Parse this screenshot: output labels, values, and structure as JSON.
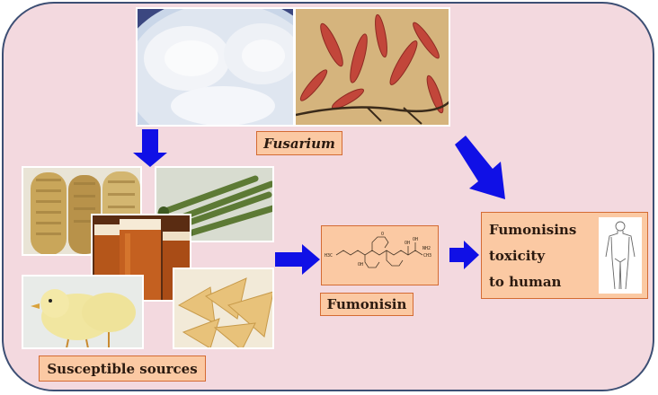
{
  "labels": {
    "fusarium": "Fusarium",
    "fumonisin": "Fumonisin",
    "toxicity_line1": "Fumonisins",
    "toxicity_line2": "toxicity",
    "toxicity_line3": "to human",
    "sources": "Susceptible sources"
  },
  "chem_labels": {
    "h3c": "H3C",
    "ch3": "CH3",
    "oh_a": "OH",
    "oh_b": "OH",
    "oh_c": "OH",
    "nh2": "NH2",
    "o": "O"
  },
  "colors": {
    "panel": "#f3d9df",
    "border": "#3d4f74",
    "label_fill": "#fbc9a3",
    "label_border": "#d46b33",
    "arrow": "#1010e6"
  }
}
